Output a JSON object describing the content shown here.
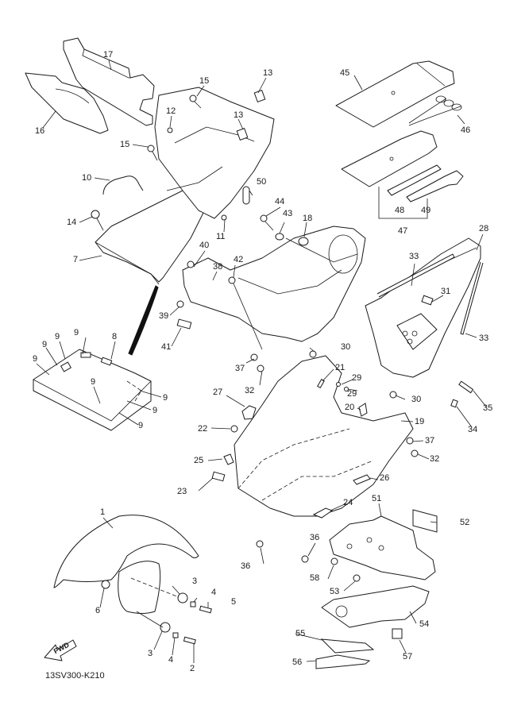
{
  "diagram": {
    "type": "exploded-parts-diagram",
    "reference_code": "13SV300-K210",
    "direction_indicator": "FWD",
    "callouts": [
      {
        "id": "c1",
        "label": "1"
      },
      {
        "id": "c2",
        "label": "2"
      },
      {
        "id": "c3a",
        "label": "3"
      },
      {
        "id": "c3b",
        "label": "3"
      },
      {
        "id": "c4a",
        "label": "4"
      },
      {
        "id": "c4b",
        "label": "4"
      },
      {
        "id": "c5",
        "label": "5"
      },
      {
        "id": "c6",
        "label": "6"
      },
      {
        "id": "c7",
        "label": "7"
      },
      {
        "id": "c8",
        "label": "8"
      },
      {
        "id": "c9a",
        "label": "9"
      },
      {
        "id": "c9b",
        "label": "9"
      },
      {
        "id": "c9c",
        "label": "9"
      },
      {
        "id": "c9d",
        "label": "9"
      },
      {
        "id": "c9e",
        "label": "9"
      },
      {
        "id": "c9f",
        "label": "9"
      },
      {
        "id": "c9g",
        "label": "9"
      },
      {
        "id": "c9h",
        "label": "9"
      },
      {
        "id": "c10",
        "label": "10"
      },
      {
        "id": "c11",
        "label": "11"
      },
      {
        "id": "c12",
        "label": "12"
      },
      {
        "id": "c13a",
        "label": "13"
      },
      {
        "id": "c13b",
        "label": "13"
      },
      {
        "id": "c14",
        "label": "14"
      },
      {
        "id": "c15a",
        "label": "15"
      },
      {
        "id": "c15b",
        "label": "15"
      },
      {
        "id": "c16",
        "label": "16"
      },
      {
        "id": "c17",
        "label": "17"
      },
      {
        "id": "c18",
        "label": "18"
      },
      {
        "id": "c19",
        "label": "19"
      },
      {
        "id": "c20",
        "label": "20"
      },
      {
        "id": "c21",
        "label": "21"
      },
      {
        "id": "c22",
        "label": "22"
      },
      {
        "id": "c23",
        "label": "23"
      },
      {
        "id": "c24",
        "label": "24"
      },
      {
        "id": "c25",
        "label": "25"
      },
      {
        "id": "c26",
        "label": "26"
      },
      {
        "id": "c27",
        "label": "27"
      },
      {
        "id": "c28",
        "label": "28"
      },
      {
        "id": "c29a",
        "label": "29"
      },
      {
        "id": "c29b",
        "label": "29"
      },
      {
        "id": "c30a",
        "label": "30"
      },
      {
        "id": "c30b",
        "label": "30"
      },
      {
        "id": "c31",
        "label": "31"
      },
      {
        "id": "c32a",
        "label": "32"
      },
      {
        "id": "c32b",
        "label": "32"
      },
      {
        "id": "c33a",
        "label": "33"
      },
      {
        "id": "c33b",
        "label": "33"
      },
      {
        "id": "c34",
        "label": "34"
      },
      {
        "id": "c35",
        "label": "35"
      },
      {
        "id": "c36a",
        "label": "36"
      },
      {
        "id": "c36b",
        "label": "36"
      },
      {
        "id": "c37a",
        "label": "37"
      },
      {
        "id": "c37b",
        "label": "37"
      },
      {
        "id": "c38",
        "label": "38"
      },
      {
        "id": "c39",
        "label": "39"
      },
      {
        "id": "c40",
        "label": "40"
      },
      {
        "id": "c41",
        "label": "41"
      },
      {
        "id": "c42",
        "label": "42"
      },
      {
        "id": "c43",
        "label": "43"
      },
      {
        "id": "c44",
        "label": "44"
      },
      {
        "id": "c45",
        "label": "45"
      },
      {
        "id": "c46",
        "label": "46"
      },
      {
        "id": "c47",
        "label": "47"
      },
      {
        "id": "c48",
        "label": "48"
      },
      {
        "id": "c49",
        "label": "49"
      },
      {
        "id": "c50",
        "label": "50"
      },
      {
        "id": "c51",
        "label": "51"
      },
      {
        "id": "c52",
        "label": "52"
      },
      {
        "id": "c53",
        "label": "53"
      },
      {
        "id": "c54",
        "label": "54"
      },
      {
        "id": "c55",
        "label": "55"
      },
      {
        "id": "c56",
        "label": "56"
      },
      {
        "id": "c57",
        "label": "57"
      },
      {
        "id": "c58",
        "label": "58"
      }
    ]
  }
}
